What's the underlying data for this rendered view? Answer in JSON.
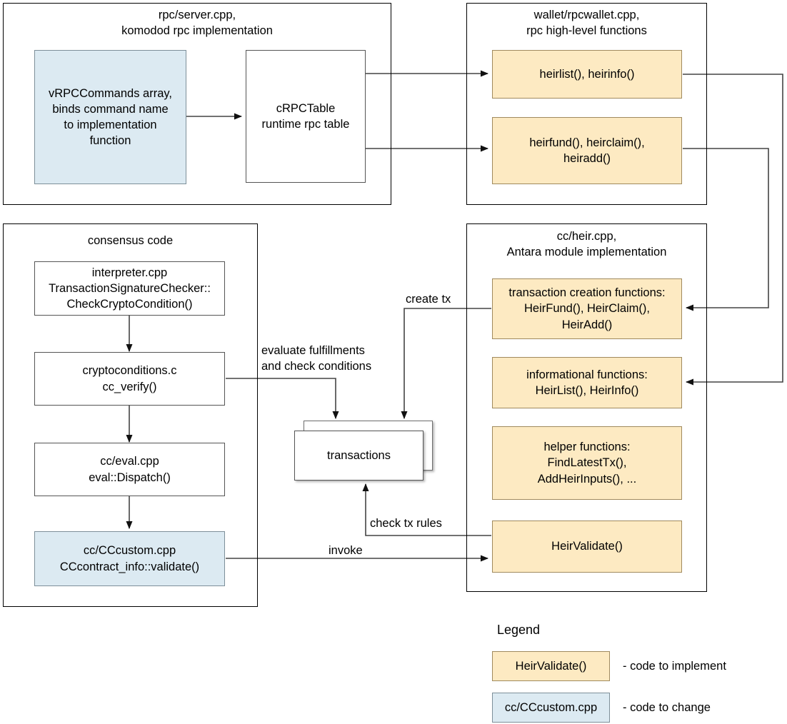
{
  "diagram": {
    "containers": [
      {
        "id": "rpc-server",
        "title": "rpc/server.cpp,\nkomodod rpc implementation"
      },
      {
        "id": "rpcwallet",
        "title": "wallet/rpcwallet.cpp,\nrpc high-level functions"
      },
      {
        "id": "consensus",
        "title": "consensus code"
      },
      {
        "id": "heir-module",
        "title": "cc/heir.cpp,\nAntara module implementation"
      }
    ],
    "nodes": {
      "vrpccommands": "vRPCCommands array,\nbinds command name\nto implementation\nfunction",
      "crpctable": "cRPCTable\nruntime rpc table",
      "heirlist_info": "heirlist(), heirinfo()",
      "heirfund_claim_add": "heirfund(), heirclaim(),\nheiradd()",
      "interpreter": "interpreter.cpp\nTransactionSignatureChecker::\nCheckCryptoCondition()",
      "cryptoconditions": "cryptoconditions.c\ncc_verify()",
      "cceval": "cc/eval.cpp\neval::Dispatch()",
      "cccustom": "cc/CCcustom.cpp\nCCcontract_info::validate()",
      "transactions": "transactions",
      "tx_creation": "transaction creation functions:\nHeirFund(), HeirClaim(),\nHeirAdd()",
      "informational": "informational functions:\nHeirList(), HeirInfo()",
      "helpers": "helper functions:\nFindLatestTx(),\nAddHeirInputs(), ...",
      "heirvalidate": "HeirValidate()"
    },
    "edge_labels": {
      "create_tx": "create tx",
      "evaluate": "evaluate fulfillments\nand check conditions",
      "check_tx_rules": "check tx rules",
      "invoke": "invoke"
    },
    "legend": {
      "title": "Legend",
      "items": [
        {
          "swatch_label": "HeirValidate()",
          "description": "- code to implement",
          "color": "#fdeac2"
        },
        {
          "swatch_label": "cc/CCcustom.cpp",
          "description": "- code to change",
          "color": "#dceaf2"
        }
      ]
    },
    "colors": {
      "implement": "#fdeac2",
      "change": "#dceaf2",
      "edge": "#444444",
      "border": "#000000"
    }
  }
}
